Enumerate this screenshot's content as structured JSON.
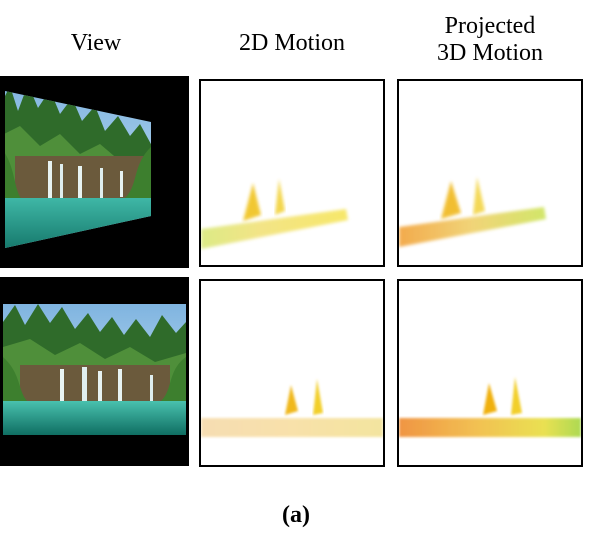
{
  "headers": {
    "view": "View",
    "motion_2d": "2D Motion",
    "projected_3d_line1": "Projected",
    "projected_3d_line2": "3D Motion"
  },
  "caption": "(a)",
  "rows": [
    {
      "view": "waterfall-scene-tilted",
      "motion_2d": "flow-map",
      "motion_3d": "flow-map"
    },
    {
      "view": "waterfall-scene-frontal",
      "motion_2d": "flow-map",
      "motion_3d": "flow-map"
    }
  ],
  "colors": {
    "background": "#ffffff",
    "panel_border": "#000000",
    "view_background": "#000000"
  }
}
